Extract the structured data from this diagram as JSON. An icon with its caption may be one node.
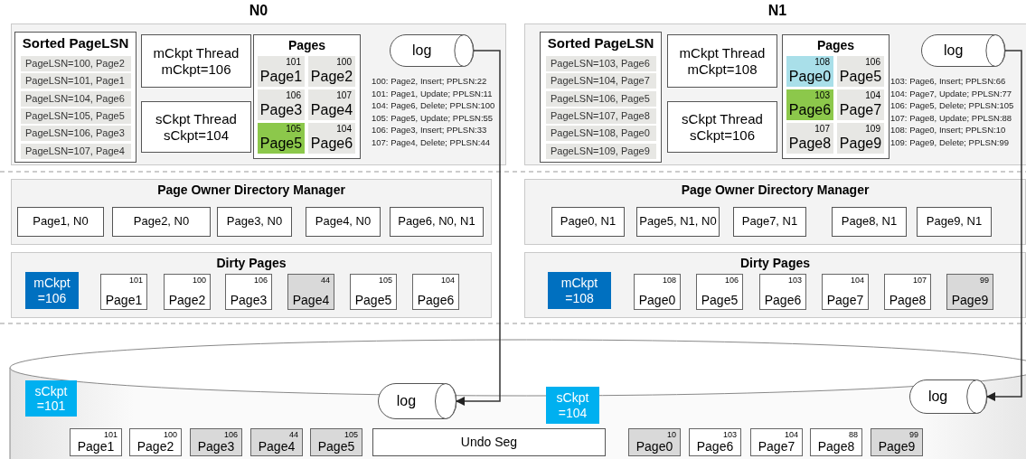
{
  "diagram": {
    "nodes": [
      {
        "text": [
          "N0"
        ]
      },
      {
        "text": [
          "Sorted PageLSN"
        ],
        "in": 0
      },
      {
        "text": [
          "PageLSN=100, Page2"
        ],
        "in": 1
      },
      {
        "text": [
          "PageLSN=101, Page1"
        ],
        "in": 1
      },
      {
        "text": [
          "PageLSN=104, Page6"
        ],
        "in": 1
      },
      {
        "text": [
          "PageLSN=105, Page5"
        ],
        "in": 1
      },
      {
        "text": [
          "PageLSN=106, Page3"
        ],
        "in": 1
      },
      {
        "text": [
          "PageLSN=107, Page4"
        ],
        "in": 1
      },
      {
        "text": [
          "mCkpt Thread",
          "mCkpt=106"
        ],
        "in": 0
      },
      {
        "text": [
          "sCkpt Thread",
          "sCkpt=104"
        ],
        "in": 0
      },
      {
        "text": [
          "Pages"
        ],
        "in": 0
      },
      {
        "text": [
          "101",
          "Page1"
        ],
        "in": 10
      },
      {
        "text": [
          "100",
          "Page2"
        ],
        "in": 10
      },
      {
        "text": [
          "106",
          "Page3"
        ],
        "in": 10
      },
      {
        "text": [
          "107",
          "Page4"
        ],
        "in": 10
      },
      {
        "text": [
          "105",
          "Page5"
        ],
        "in": 10
      },
      {
        "text": [
          "104",
          "Page6"
        ],
        "in": 10
      },
      {
        "text": [
          "log"
        ],
        "in": 0,
        "beside": [
          "100: Page2, Insert; PPLSN:22",
          "101: Page1, Update; PPLSN:11",
          "104: Page6, Delete; PPLSN:100",
          "105: Page5, Update; PPLSN:55",
          "106: Page3, Insert; PPLSN:33",
          "107: Page4, Delete; PPLSN:44"
        ]
      },
      {
        "text": [
          "N1"
        ]
      },
      {
        "text": [
          "Sorted PageLSN"
        ],
        "in": 18
      },
      {
        "text": [
          "PageLSN=103, Page6"
        ],
        "in": 19
      },
      {
        "text": [
          "PageLSN=104, Page7"
        ],
        "in": 19
      },
      {
        "text": [
          "PageLSN=106, Page5"
        ],
        "in": 19
      },
      {
        "text": [
          "PageLSN=107, Page8"
        ],
        "in": 19
      },
      {
        "text": [
          "PageLSN=108, Page0"
        ],
        "in": 19
      },
      {
        "text": [
          "PageLSN=109, Page9"
        ],
        "in": 19
      },
      {
        "text": [
          "mCkpt Thread",
          "mCkpt=108"
        ],
        "in": 18
      },
      {
        "text": [
          "sCkpt Thread",
          "sCkpt=106"
        ],
        "in": 18
      },
      {
        "text": [
          "Pages"
        ],
        "in": 18
      },
      {
        "text": [
          "108",
          "Page0"
        ],
        "in": 28
      },
      {
        "text": [
          "106",
          "Page5"
        ],
        "in": 28
      },
      {
        "text": [
          "103",
          "Page6"
        ],
        "in": 28
      },
      {
        "text": [
          "104",
          "Page7"
        ],
        "in": 28
      },
      {
        "text": [
          "107",
          "Page8"
        ],
        "in": 28
      },
      {
        "text": [
          "109",
          "Page9"
        ],
        "in": 28
      },
      {
        "text": [
          "log"
        ],
        "in": 18,
        "beside": [
          "103: Page6, Insert; PPLSN:66",
          "104: Page7, Update; PPLSN:77",
          "106: Page5, Delete; PPLSN:105",
          "107: Page8, Update; PPLSN:88",
          "108: Page0, Insert; PPLSN:10",
          "109: Page9, Delete; PPLSN:99"
        ]
      },
      {
        "text": [
          "Page Owner Directory Manager"
        ]
      },
      {
        "text": [
          "Page1, N0"
        ],
        "in": 36
      },
      {
        "text": [
          "Page2, N0"
        ],
        "in": 36
      },
      {
        "text": [
          "Page3, N0"
        ],
        "in": 36
      },
      {
        "text": [
          "Page4, N0"
        ],
        "in": 36
      },
      {
        "text": [
          "Page6, N0, N1"
        ],
        "in": 36
      },
      {
        "text": [
          "Page Owner Directory Manager"
        ]
      },
      {
        "text": [
          "Page0, N1"
        ],
        "in": 42
      },
      {
        "text": [
          "Page5, N1, N0"
        ],
        "in": 42
      },
      {
        "text": [
          "Page7, N1"
        ],
        "in": 42
      },
      {
        "text": [
          "Page8, N1"
        ],
        "in": 42
      },
      {
        "text": [
          "Page9, N1"
        ],
        "in": 42
      },
      {
        "text": [
          "Dirty Pages"
        ]
      },
      {
        "text": [
          "mCkpt",
          "=106"
        ],
        "in": 48
      },
      {
        "text": [
          "101",
          "Page1"
        ],
        "in": 48
      },
      {
        "text": [
          "100",
          "Page2"
        ],
        "in": 48
      },
      {
        "text": [
          "106",
          "Page3"
        ],
        "in": 48
      },
      {
        "text": [
          "44",
          "Page4"
        ],
        "in": 48
      },
      {
        "text": [
          "105",
          "Page5"
        ],
        "in": 48
      },
      {
        "text": [
          "104",
          "Page6"
        ],
        "in": 48
      },
      {
        "text": [
          "Dirty Pages"
        ]
      },
      {
        "text": [
          "mCkpt",
          "=108"
        ],
        "in": 56
      },
      {
        "text": [
          "108",
          "Page0"
        ],
        "in": 56
      },
      {
        "text": [
          "106",
          "Page5"
        ],
        "in": 56
      },
      {
        "text": [
          "103",
          "Page6"
        ],
        "in": 56
      },
      {
        "text": [
          "104",
          "Page7"
        ],
        "in": 56
      },
      {
        "text": [
          "107",
          "Page8"
        ],
        "in": 56
      },
      {
        "text": [
          "99",
          "Page9"
        ],
        "in": 56
      },
      {
        "text": [],
        "shape": "cylinder"
      },
      {
        "text": [
          "sCkpt",
          "=101"
        ],
        "in": 64
      },
      {
        "text": [
          "log"
        ],
        "in": 64
      },
      {
        "text": [
          "sCkpt",
          "=104"
        ],
        "in": 64
      },
      {
        "text": [
          "log"
        ],
        "in": 64
      },
      {
        "text": [
          "101",
          "Page1"
        ],
        "in": 64
      },
      {
        "text": [
          "100",
          "Page2"
        ],
        "in": 64
      },
      {
        "text": [
          "106",
          "Page3"
        ],
        "in": 64
      },
      {
        "text": [
          "44",
          "Page4"
        ],
        "in": 64
      },
      {
        "text": [
          "105",
          "Page5"
        ],
        "in": 64
      },
      {
        "text": [
          "Undo Seg"
        ],
        "in": 64
      },
      {
        "text": [
          "10",
          "Page0"
        ],
        "in": 64
      },
      {
        "text": [
          "103",
          "Page6"
        ],
        "in": 64
      },
      {
        "text": [
          "104",
          "Page7"
        ],
        "in": 64
      },
      {
        "text": [
          "88",
          "Page8"
        ],
        "in": 64
      },
      {
        "text": [
          "99",
          "Page9"
        ],
        "in": 64
      }
    ],
    "edges": [
      {
        "from": 17,
        "to": 66,
        "arrow": "to"
      },
      {
        "from": 35,
        "to": 68,
        "arrow": "to"
      }
    ]
  }
}
